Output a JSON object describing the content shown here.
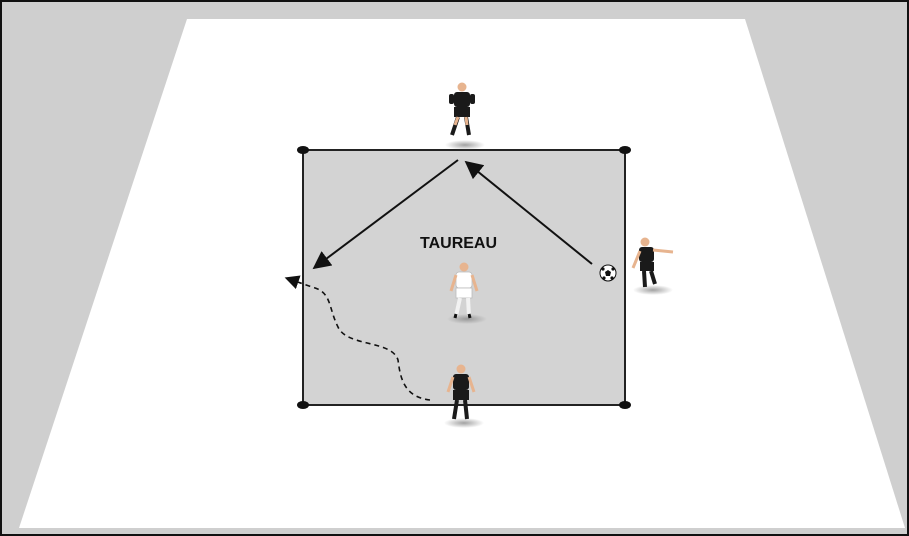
{
  "diagram": {
    "title": "TAUREAU",
    "colors": {
      "background": "#cfcfcf",
      "pitch": "#ffffff",
      "grid": "#d3d3d3",
      "grid_border": "#222222",
      "attacker_kit": "#1a1a1a",
      "defender_kit": "#ffffff",
      "skin": "#e7b48f",
      "arrow": "#111111"
    },
    "players": [
      {
        "role": "attacker",
        "name": "player-top"
      },
      {
        "role": "attacker",
        "name": "player-right-with-ball"
      },
      {
        "role": "attacker",
        "name": "player-bottom"
      },
      {
        "role": "defender",
        "name": "player-center-defender"
      }
    ],
    "icons": [
      "cone-marker-icon",
      "soccer-ball-icon"
    ]
  }
}
